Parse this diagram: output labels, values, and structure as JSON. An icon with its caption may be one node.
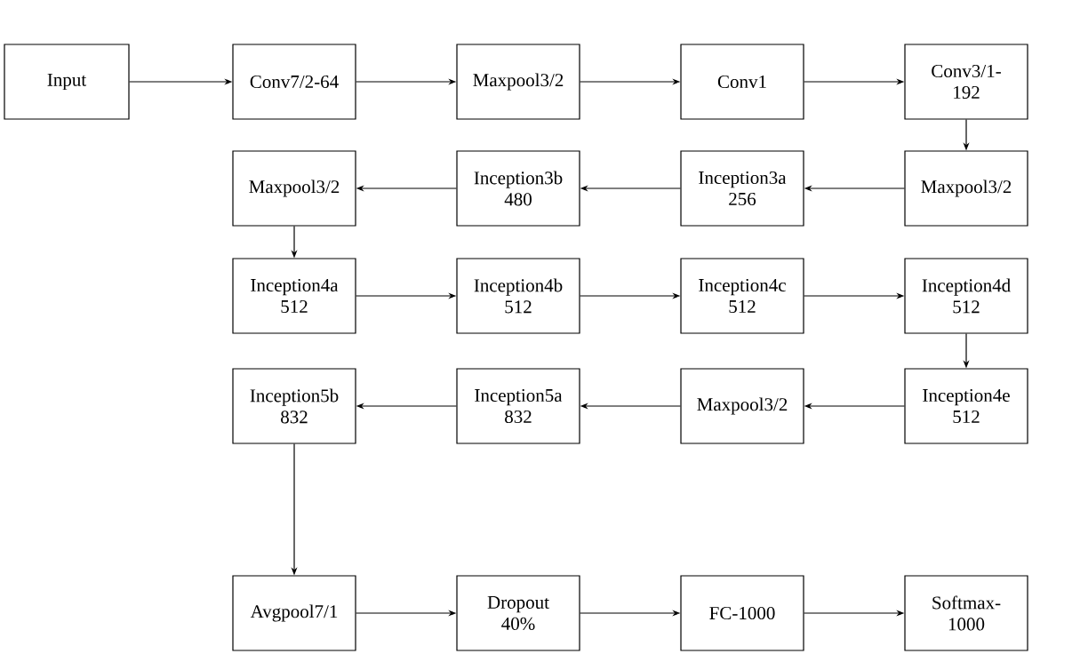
{
  "diagram": {
    "nodes": [
      {
        "text": [
          "Input"
        ]
      },
      {
        "text": [
          "Conv7/2-64"
        ]
      },
      {
        "text": [
          "Maxpool3/2"
        ]
      },
      {
        "text": [
          "Conv1"
        ]
      },
      {
        "text": [
          "Conv3/1-192"
        ]
      },
      {
        "text": [
          "Maxpool3/2"
        ]
      },
      {
        "text": [
          "Inception3a 256"
        ]
      },
      {
        "text": [
          "Inception3b 480"
        ]
      },
      {
        "text": [
          "Maxpool3/2"
        ]
      },
      {
        "text": [
          "Inception4a 512"
        ]
      },
      {
        "text": [
          "Inception4b 512"
        ]
      },
      {
        "text": [
          "Inception4c 512"
        ]
      },
      {
        "text": [
          "Inception4d 512"
        ]
      },
      {
        "text": [
          "Inception4e 512"
        ]
      },
      {
        "text": [
          "Maxpool3/2"
        ]
      },
      {
        "text": [
          "Inception5a 832"
        ]
      },
      {
        "text": [
          "Inception5b 832"
        ]
      },
      {
        "text": [
          "Avgpool7/1"
        ]
      },
      {
        "text": [
          "Dropout 40%"
        ]
      },
      {
        "text": [
          "FC-1000"
        ]
      },
      {
        "text": [
          "Softmax-1000"
        ]
      }
    ],
    "edges": [
      {
        "from": 0,
        "to": 1,
        "arrow": "to"
      },
      {
        "from": 1,
        "to": 2,
        "arrow": "to"
      },
      {
        "from": 2,
        "to": 3,
        "arrow": "to"
      },
      {
        "from": 3,
        "to": 4,
        "arrow": "to"
      },
      {
        "from": 4,
        "to": 5,
        "arrow": "to"
      },
      {
        "from": 5,
        "to": 6,
        "arrow": "to"
      },
      {
        "from": 6,
        "to": 7,
        "arrow": "to"
      },
      {
        "from": 7,
        "to": 8,
        "arrow": "to"
      },
      {
        "from": 8,
        "to": 9,
        "arrow": "to"
      },
      {
        "from": 9,
        "to": 10,
        "arrow": "to"
      },
      {
        "from": 10,
        "to": 11,
        "arrow": "to"
      },
      {
        "from": 11,
        "to": 12,
        "arrow": "to"
      },
      {
        "from": 12,
        "to": 13,
        "arrow": "to"
      },
      {
        "from": 13,
        "to": 14,
        "arrow": "to"
      },
      {
        "from": 14,
        "to": 15,
        "arrow": "to"
      },
      {
        "from": 15,
        "to": 16,
        "arrow": "to"
      },
      {
        "from": 16,
        "to": 17,
        "arrow": "to"
      },
      {
        "from": 17,
        "to": 18,
        "arrow": "to"
      },
      {
        "from": 18,
        "to": 19,
        "arrow": "to"
      },
      {
        "from": 19,
        "to": 20,
        "arrow": "to"
      }
    ]
  }
}
